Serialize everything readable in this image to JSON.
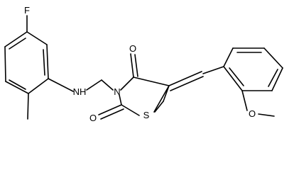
{
  "molecule": {
    "atoms": {
      "F": "F",
      "NH": "NH",
      "N": "N",
      "S": "S",
      "O1": "O",
      "O2": "O",
      "O3": "O"
    },
    "colors": {
      "bond": "#000000",
      "label": "#000000",
      "background": "#ffffff"
    }
  }
}
